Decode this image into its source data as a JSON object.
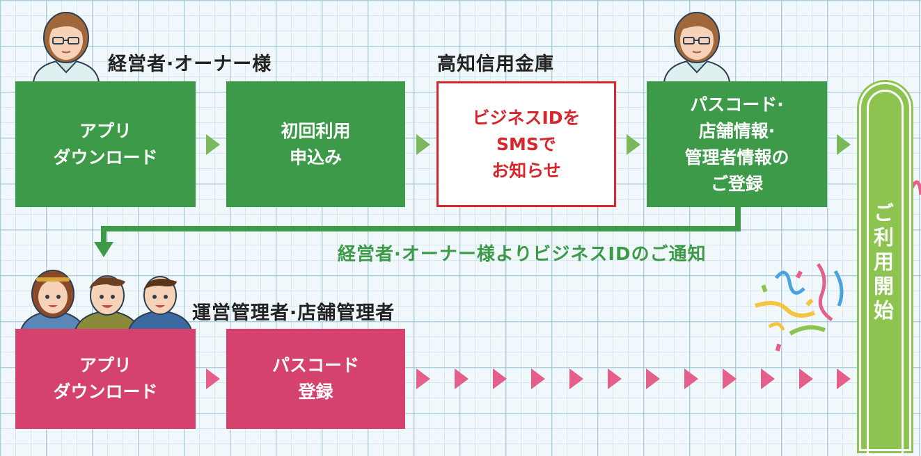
{
  "headings": {
    "owner": "経営者·オーナー様",
    "bank": "高知信用金庫",
    "managers": "運営管理者·店舗管理者"
  },
  "owner_flow": [
    "アプリ\nダウンロード",
    "初回利用\n申込み",
    "ビジネスIDを\nSMSで\nお知らせ",
    "パスコード·\n店舗情報·\n管理者情報の\nご登録"
  ],
  "manager_flow": [
    "アプリ\nダウンロード",
    "パスコード\n登録"
  ],
  "notice": "経営者·オーナー様よりビジネスIDのご通知",
  "start_label": "ご利用開始",
  "colors": {
    "owner_step": "#3c9a48",
    "bank_step_border": "#d8262d",
    "manager_step": "#d6426e",
    "start_bar": "#8dc34f"
  },
  "icons": [
    "owner-avatar-icon",
    "staff-avatars-icon",
    "confetti-icon",
    "right-triangle-arrow-icon",
    "down-arrow-icon"
  ]
}
